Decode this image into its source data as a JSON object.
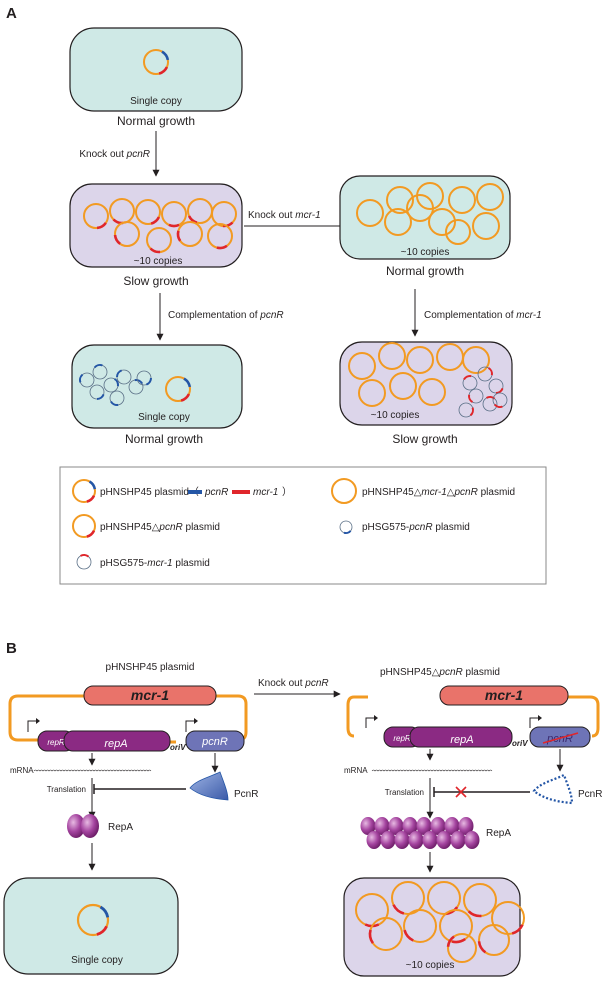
{
  "panel_a": {
    "label": "A",
    "top_cell": {
      "caption": "Single copy",
      "growth": "Normal growth"
    },
    "mid_left_cell": {
      "caption": "~10 copies",
      "growth": "Slow growth"
    },
    "mid_right_cell": {
      "caption": "~10 copies",
      "growth": "Normal growth"
    },
    "bottom_left_cell": {
      "caption": "Single copy",
      "growth": "Normal growth"
    },
    "bottom_right_cell": {
      "caption": "~10 copies",
      "growth": "Slow growth"
    },
    "arrow_knockout_pcnr": {
      "prefix": "Knock out ",
      "gene": "pcnR"
    },
    "arrow_knockout_mcr1": {
      "prefix": "Knock out ",
      "gene": "mcr-1"
    },
    "arrow_complement_pcnr": {
      "prefix": "Complementation of ",
      "gene": "pcnR"
    },
    "arrow_complement_mcr1": {
      "prefix": "Complementation of ",
      "gene": "mcr-1"
    },
    "legend": {
      "item1": {
        "label": "pHNSHP45 plasmid（",
        "pcnr": "pcnR",
        "mcr1": "mcr-1",
        "close": "）"
      },
      "item2": {
        "prefix": "pHNSHP45△",
        "gene1": "mcr-1",
        "mid": "△",
        "gene2": "pcnR",
        "suffix": " plasmid"
      },
      "item3": {
        "prefix": "pHNSHP45△",
        "gene": "pcnR",
        "suffix": " plasmid"
      },
      "item4": {
        "prefix": "pHSG575-",
        "gene": "pcnR",
        "suffix": " plasmid"
      },
      "item5": {
        "prefix": "pHSG575-",
        "gene": "mcr-1",
        "suffix": " plasmid"
      }
    }
  },
  "panel_b": {
    "label": "B",
    "left": {
      "title": "pHNSHP45 plasmid",
      "mcr1": "mcr-1",
      "repR": "repR",
      "repA": "repA",
      "oriV": "oriV",
      "pcnR": "pcnR",
      "mrna": "mRNA",
      "translation": "Translation",
      "protein_pcnr": "PcnR",
      "protein_repa": "RepA",
      "cell_caption": "Single copy"
    },
    "arrow_knockout": {
      "prefix": "Knock out ",
      "gene": "pcnR"
    },
    "right": {
      "title_prefix": "pHNSHP45△",
      "title_gene": "pcnR",
      "title_suffix": " plasmid",
      "mcr1": "mcr-1",
      "repR": "repR",
      "repA": "repA",
      "oriV": "oriV",
      "pcnR": "pcnR",
      "mrna": "mRNA",
      "translation": "Translation",
      "protein_pcnr": "PcnR",
      "protein_repa": "RepA",
      "cell_caption": "~10 copies"
    }
  },
  "colors": {
    "cell_normal": "#cfe9e6",
    "cell_slow": "#dcd5ea",
    "plasmid_orange": "#f29a22",
    "pcnr_blue": "#2456a6",
    "mcr1_red": "#e0262b",
    "small_plasmid": "#5a6f86",
    "repa_purple": "#8b2a83",
    "pcnr_box": "#6e74b7",
    "mcr1_box": "#e9736a"
  }
}
